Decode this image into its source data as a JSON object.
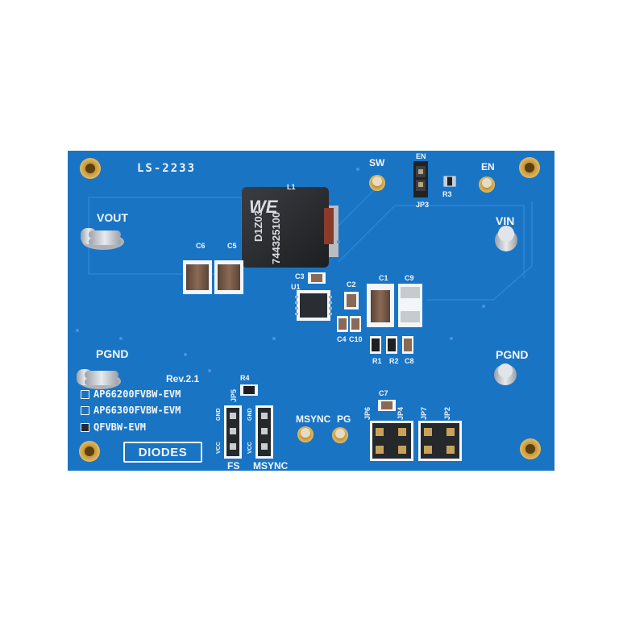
{
  "board": {
    "id_label": "LS-2233",
    "revision": "Rev.2.1",
    "logo_text": "DIODES",
    "inductor": {
      "ref": "L1",
      "part_number": "744325100",
      "lot": "D1Z03",
      "brand": "WE"
    },
    "ic_ref": "U1",
    "variants": [
      {
        "label": "AP66200FVBW-EVM",
        "checked": false
      },
      {
        "label": "AP66300FVBW-EVM",
        "checked": false
      },
      {
        "label": "QFVBW-EVM",
        "checked": true
      }
    ],
    "terminals": {
      "vout": "VOUT",
      "vin": "VIN",
      "pgnd_left": "PGND",
      "pgnd_right": "PGND",
      "sw": "SW",
      "en": "EN",
      "msync": "MSYNC",
      "pg": "PG"
    },
    "capacitors": [
      "C1",
      "C2",
      "C3",
      "C4",
      "C5",
      "C6",
      "C7",
      "C8",
      "C9",
      "C10"
    ],
    "resistors": [
      "R1",
      "R2",
      "R3",
      "R4"
    ],
    "jumpers": {
      "jp2": "JP2",
      "jp3": "JP3",
      "jp4": "JP4",
      "jp5": "JP5",
      "jp6": "JP6",
      "jp7": "JP7",
      "fs": "FS",
      "msync_header": "MSYNC",
      "gnd": "GND",
      "vcc": "VCC",
      "en_pin": "EN"
    },
    "colors": {
      "pcb": "#1a74c4",
      "pcb_dark": "#1468b3",
      "silkscreen": "#f2f6fb",
      "pad_gold": "#c99a3b",
      "pin_silver": "#c8cdd2",
      "chip_black": "#2a2d31"
    }
  }
}
